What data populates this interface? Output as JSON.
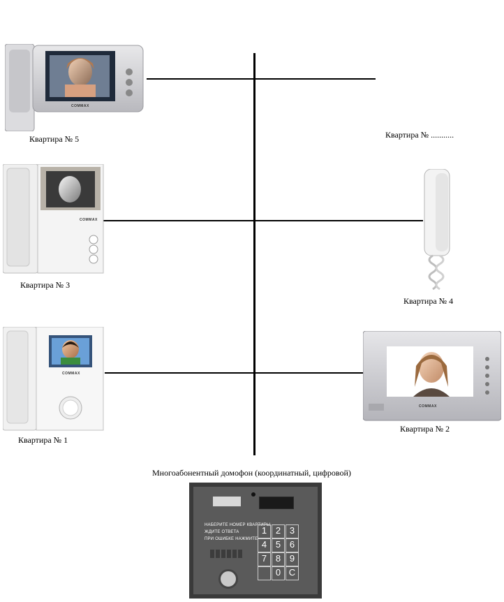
{
  "apartments": {
    "apt5": {
      "label": "Квартира  № 5"
    },
    "apt_unknown": {
      "label": "Квартира № ..........."
    },
    "apt3": {
      "label": "Квартира № 3"
    },
    "apt4": {
      "label": "Квартира № 4"
    },
    "apt1": {
      "label": "Квартира № 1"
    },
    "apt2": {
      "label": "Квартира № 2"
    }
  },
  "panel": {
    "title": "Многоабонентный домофон (координатный, цифровой)",
    "instructions": [
      "НАБЕРИТЕ НОМЕР КВАРТИРЫ",
      "ЖДИТЕ ОТВЕТА",
      "ПРИ ОШИБКЕ НАЖМИТЕ"
    ],
    "keypad": [
      "1",
      "2",
      "3",
      "4",
      "5",
      "6",
      "7",
      "8",
      "9",
      "",
      "0",
      "C"
    ]
  },
  "brand": {
    "name": "COMMAX"
  },
  "colors": {
    "line": "#000000",
    "panel": "#555555",
    "panel_frame": "#3a3a3a",
    "monitor_silver": "#c8c8cc",
    "monitor_white": "#f2f2f2"
  }
}
